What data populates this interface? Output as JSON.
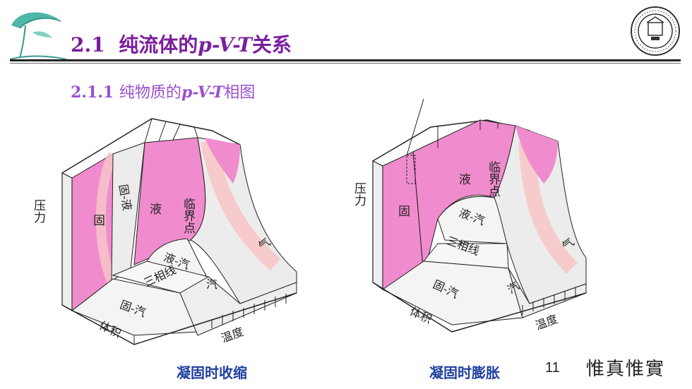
{
  "header": {
    "title_num": "2.1",
    "title_pre": "纯流体的",
    "title_pvt": "p-V-T",
    "title_post": "关系"
  },
  "subtitle": {
    "num": "2.1.1",
    "pre": "纯物质的",
    "pvt": "p-V-T",
    "post": "相图"
  },
  "diagram_left": {
    "axis_pressure": "压力",
    "axis_volume": "体积",
    "axis_temperature": "温度",
    "region_solid": "固",
    "region_solid_liquid": "固-液",
    "region_liquid": "液",
    "critical_point": "临界点",
    "region_liquid_vapor": "液-汽",
    "triple_line": "三相线",
    "region_vapor": "汽",
    "region_solid_vapor": "固-汽",
    "region_gas": "气",
    "caption": "凝固时收缩"
  },
  "diagram_right": {
    "axis_pressure": "压力",
    "axis_volume": "体积",
    "axis_temperature": "温度",
    "region_solid": "固",
    "region_liquid": "液",
    "critical_point": "临界点",
    "region_liquid_vapor": "液-汽",
    "triple_line": "三相线",
    "region_vapor": "汽",
    "region_solid_vapor": "固-汽",
    "region_gas": "气",
    "caption": "凝固时膨胀"
  },
  "footer": {
    "page_number": "11",
    "motto": "惟真惟實"
  },
  "colors": {
    "title": "#7a1f9e",
    "subtitle": "#9b4fd1",
    "caption": "#1f3fa0",
    "pink": "#f08ccd",
    "light_pink": "#f8c8c8"
  }
}
